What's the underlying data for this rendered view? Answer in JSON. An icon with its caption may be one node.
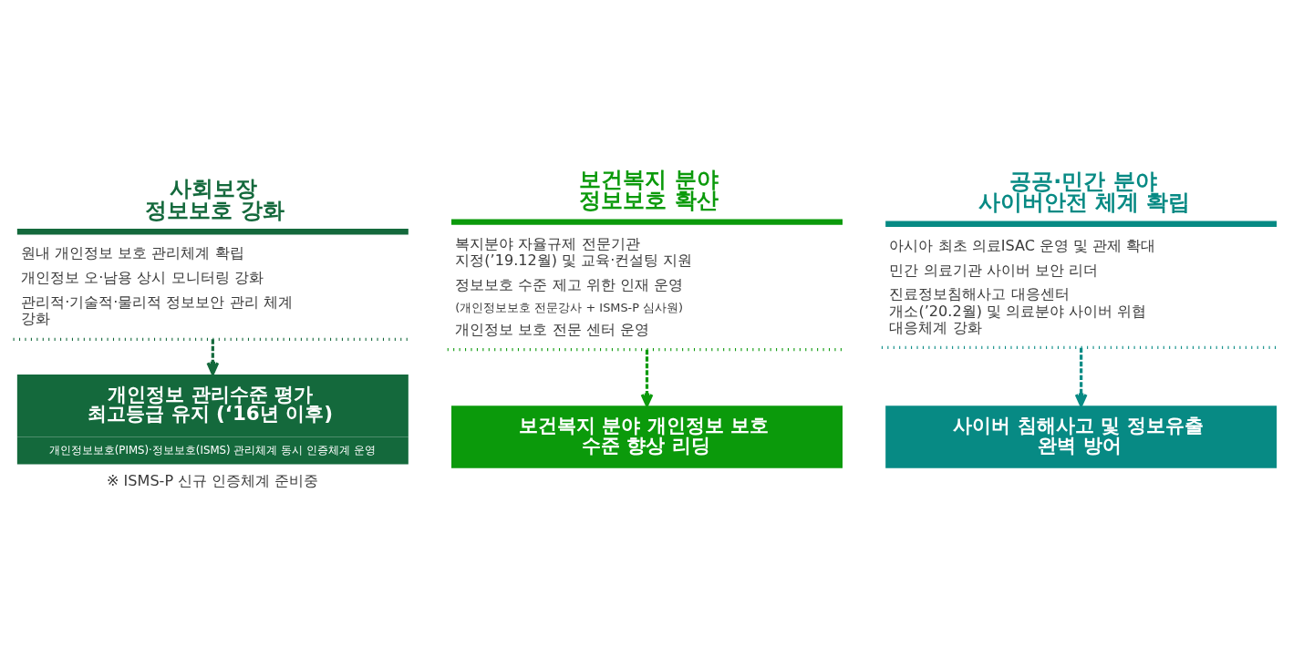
{
  "diagram": {
    "nodes": [
      {
        "text": [
          "사회보장 정보보호 강화",
          "원내 개인정보 보호 관리체계 확립",
          "개인정보 오·남용 상시 모니터링 강화",
          "관리적·기술적·물리적 정보보안 관리 체계 강화"
        ]
      },
      {
        "text": [
          "개인정보 관리수준 평가 최고등급 유지 (‘16년 이후)",
          "개인정보보호(PIMS)·정보보호(ISMS) 관리체계 동시 인증체계 운영"
        ],
        "beside": [
          "※ ISMS-P 신규 인증체계 준비중"
        ]
      },
      {
        "text": [
          "보건복지 분야 정보보호 확산",
          "복지분야 자율규제 전문기관 지정(’19.12월) 및 교육·컨설팅 지원",
          "정보보호 수준 제고 위한 인재 운영",
          "(개인정보보호 전문강사 + ISMS-P 심사원)",
          "개인정보 보호 전문 센터 운영"
        ]
      },
      {
        "text": [
          "보건복지 분야 개인정보 보호 수준 향상 리딩"
        ]
      },
      {
        "text": [
          "공공·민간 분야 사이버안전 체계 확립",
          "아시아 최초 의료ISAC 운영 및 관제 확대",
          "민간 의료기관 사이버 보안 리더",
          "진료정보침해사고 대응센터 개소(’20.2월) 및 의료분야 사이버 위협 대응체계 강화"
        ]
      },
      {
        "text": [
          "사이버 침해사고 및 정보유출 완벽 방어"
        ]
      }
    ],
    "edges": [
      {
        "from": 0,
        "to": 1,
        "arrow": "to",
        "style": "dashed",
        "color": "#14693c"
      },
      {
        "from": 2,
        "to": 3,
        "arrow": "to",
        "style": "dashed",
        "color": "#0b9a0b"
      },
      {
        "from": 4,
        "to": 5,
        "arrow": "to",
        "style": "dashed",
        "color": "#078a84"
      }
    ]
  }
}
